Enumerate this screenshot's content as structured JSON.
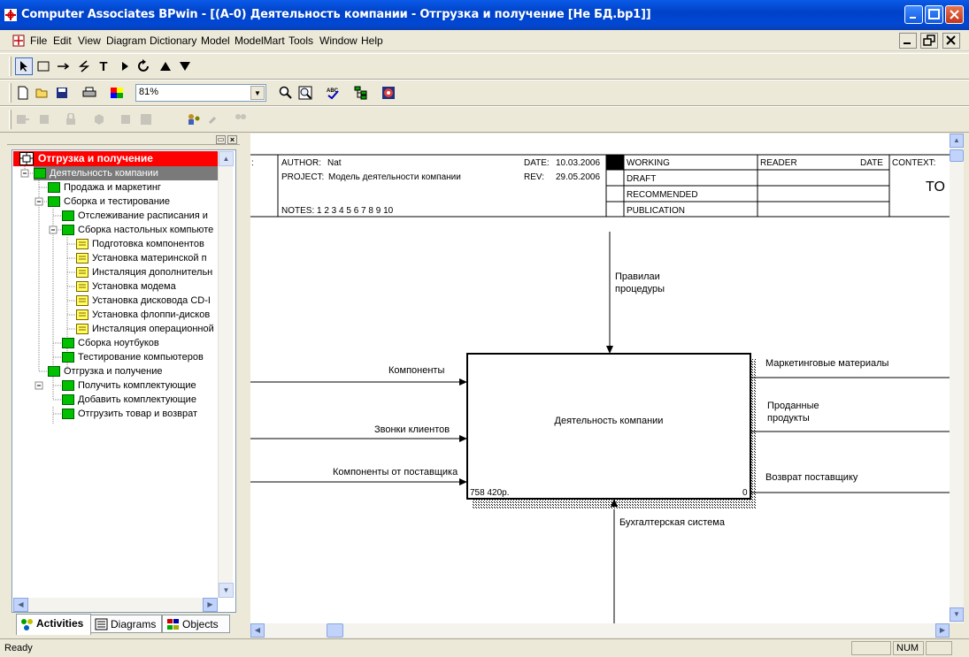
{
  "window": {
    "title": "Computer Associates BPwin - [(A-0) Деятельность компании - Отгрузка и получение  [Не БД.bp1]]"
  },
  "menu": [
    "File",
    "Edit",
    "View",
    "Diagram",
    "Dictionary",
    "Model",
    "ModelMart",
    "Tools",
    "Window",
    "Help"
  ],
  "toolbar": {
    "zoom": "81%"
  },
  "tree": {
    "root": "Отгрузка и получение",
    "nodes": [
      {
        "label": "Деятельность компании",
        "level": 1,
        "icon": "green",
        "selected": true
      },
      {
        "label": "Продажа и маркетинг",
        "level": 2,
        "icon": "green"
      },
      {
        "label": "Сборка и тестирование",
        "level": 2,
        "icon": "green"
      },
      {
        "label": "Отслеживание расписания  и",
        "level": 3,
        "icon": "green"
      },
      {
        "label": "Сборка настольных  компьюте",
        "level": 3,
        "icon": "green"
      },
      {
        "label": "Подготовка компонентов",
        "level": 4,
        "icon": "yellow"
      },
      {
        "label": "Установка материнской  п",
        "level": 4,
        "icon": "yellow"
      },
      {
        "label": "Инсталяция  дополнительн",
        "level": 4,
        "icon": "yellow"
      },
      {
        "label": "Установка модема",
        "level": 4,
        "icon": "yellow"
      },
      {
        "label": "Установка  дисковода  CD-I",
        "level": 4,
        "icon": "yellow"
      },
      {
        "label": "Установка  флоппи-дисков",
        "level": 4,
        "icon": "yellow"
      },
      {
        "label": "Инсталяция  операционной",
        "level": 4,
        "icon": "yellow"
      },
      {
        "label": "Сборка ноутбуков",
        "level": 3,
        "icon": "green"
      },
      {
        "label": "Тестирование  компьютеров",
        "level": 3,
        "icon": "green"
      },
      {
        "label": "Отгрузка и получение",
        "level": 2,
        "icon": "green"
      },
      {
        "label": "Получить комплектующие",
        "level": 3,
        "icon": "green"
      },
      {
        "label": "Добавить комплектующие",
        "level": 3,
        "icon": "green"
      },
      {
        "label": "Отгрузить товар и возврат",
        "level": 3,
        "icon": "green"
      }
    ]
  },
  "tabs": [
    "Activities",
    "Diagrams",
    "Objects"
  ],
  "frame": {
    "author_label": "AUTHOR:",
    "author": "Nat",
    "date_label": "DATE:",
    "date": "10.03.2006",
    "project_label": "PROJECT:",
    "project": "Модель деятельности компании",
    "rev_label": "REV:",
    "rev": "29.05.2006",
    "notes": "NOTES:  1  2  3  4  5  6  7  8  9  10",
    "statuses": [
      "WORKING",
      "DRAFT",
      "RECOMMENDED",
      "PUBLICATION"
    ],
    "reader": "READER",
    "date2": "DATE",
    "context": "CONTEXT:",
    "top": "TO",
    "left_colon": ":"
  },
  "diagram": {
    "box_label": "Деятельность компании",
    "cost": "758 420р.",
    "number": "0",
    "control": "Правилаи\nпроцедуры",
    "inputs": [
      "Компоненты",
      "Звонки клиентов",
      "Компоненты от поставщика"
    ],
    "outputs": [
      "Маркетинговые материалы",
      "Проданные\nпродукты",
      "Возврат поставщику"
    ],
    "mechanism": "Бухгалтерская система"
  },
  "status": {
    "left": "Ready",
    "num": "NUM"
  }
}
